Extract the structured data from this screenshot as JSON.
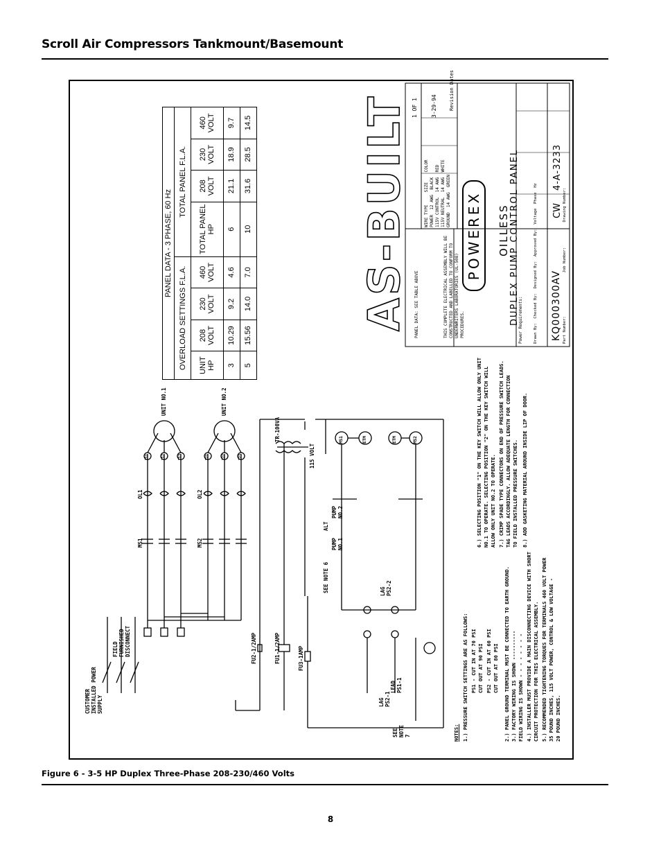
{
  "header": {
    "title": "Scroll Air Compressors Tankmount/Basemount"
  },
  "figure": {
    "caption": "Figure 6 - 3-5 HP Duplex Three-Phase 208-230/460 Volts"
  },
  "page": {
    "number": "8"
  },
  "panel_table": {
    "title": "PANEL DATA - 3 PHASE, 60 Hz",
    "group1": "OVERLOAD SETTINGS F.L.A.",
    "group2": "TOTAL PANEL F.L.A.",
    "headers": [
      "UNIT HP",
      "208 VOLT",
      "230 VOLT",
      "460 VOLT",
      "TOTAL PANEL HP",
      "208 VOLT",
      "230 VOLT",
      "460 VOLT"
    ],
    "rows": [
      [
        "3",
        "10.29",
        "9.2",
        "4.6",
        "6",
        "21.1",
        "18.9",
        "9.7"
      ],
      [
        "5",
        "15.56",
        "14.0",
        "7.0",
        "10",
        "31.6",
        "28.5",
        "14.5"
      ]
    ]
  },
  "stamp": {
    "text": "AS-BUILT"
  },
  "title_block": {
    "brand": "POWEREX",
    "line1": "OILLESS",
    "line2": "DUPLEX PUMP CONTROL PANEL",
    "part_number": "KQ000300AV",
    "drawing_number": "4-A-3233",
    "job_number": "CW",
    "sheet": "1 OF 1",
    "date": "3-29-94",
    "panel_data_note": "PANEL DATA: SEE TABLE ABOVE",
    "ul_note": "THIS COMPLETE ELECTRICAL ASSEMBLY WILL BE CONSTRUCTED AND LABELLED TO CONFORM TO UNDERWRITERS LABORATORIES (UL-508) PROCEDURES.",
    "revision_label": "Revision Dates",
    "wire_headers": [
      "WIRE TYPE",
      "SIZE",
      "COLOR"
    ],
    "wire_rows": [
      [
        "POWER",
        "12 AWG",
        "BLACK"
      ],
      [
        "115V CONTROL",
        "14 AWG",
        "RED"
      ],
      [
        "115V NEUTRAL",
        "14 AWG",
        "WHITE"
      ],
      [
        "GROUND",
        "14 AWG",
        "GREEN"
      ]
    ],
    "power_req": "Power Requirements:",
    "fields": [
      "Drawn By:",
      "Checked By:",
      "Designed By:",
      "Approved By:",
      "Voltage",
      "Phase",
      "Hz",
      "Job Number:",
      "Drawing Number:",
      "Part Number:"
    ]
  },
  "diagram_labels": {
    "supply": "CUSTOMER INSTALLED POWER SUPPLY",
    "disconnect": "FIELD FURNISHED DISCONNECT",
    "ms1": "MS1",
    "ms2": "MS2",
    "ol1": "OL1",
    "ol2": "OL2",
    "unit1": "UNIT NO.1",
    "unit2": "UNIT NO.2",
    "fu1": "FU1-1/2AMP",
    "fu2": "FU2-1/2AMP",
    "fu3": "FU3-1AMP",
    "transformer": "TR-100VA",
    "v115": "115 VOLT",
    "see_note6": "SEE NOTE 6",
    "see_note7": "SEE NOTE 7",
    "lag": "LAG PS2-1",
    "lead": "LEAD PS1-1",
    "lag2": "LAG PS2-2",
    "alt": "ALT",
    "pump1": "PUMP NO.1",
    "pump2": "PUMP NO.2",
    "msc1": "MS1",
    "msc2": "MS2",
    "etm1": "ETM",
    "etm2": "ETM",
    "t1": [
      "T11",
      "T12",
      "T13"
    ],
    "t2": [
      "T21",
      "T22",
      "T23"
    ]
  },
  "notes": {
    "heading": "NOTES:",
    "items": [
      "1.) PRESSURE SWITCH SETTINGS ARE AS FOLLOWS:",
      "PS1 - CUT IN AT 70 PSI",
      "      CUT OUT AT 90 PSI",
      "PS2 - CUT IN AT 60 PSI",
      "      CUT OUT AT 80 PSI",
      "2.) PANEL GROUND TERMINAL MUST BE CONNECTED TO EARTH GROUND.",
      "3.) FACTORY WIRING IS SHOWN ----------",
      "    FIELD WIRING IS SHOWN - - - - - - - -",
      "4.) INSTALLER MUST PROVIDE A MAIN DISCONNECTING DEVICE WITH SHORT",
      "    CIRCUIT PROTECTION FOR THIS ELECTRICAL ASSEMBLY.",
      "5.) RECOMMENDED TIGHTENING TORQUES FOR TERMINALS 460 VOLT POWER",
      "    35 POUND INCHES, 115 VOLT POWER, CONTROL & LOW VOLTAGE -",
      "    20 POUND INCHES.",
      "6.) SELECTING POSITION \"1\" ON THE KEY SWITCH WILL ALLOW ONLY UNIT",
      "    NO.1 TO OPERATE. SELECTING POSITION \"2\" ON THE KEY SWITCH WILL",
      "    ALLOW ONLY UNIT NO.2 TO OPERATE.",
      "7.) CRIMP SPADE TYPE CONNECTORS ON END OF PRESSURE SWITCH LEADS.",
      "    TAG LEADS ACCORDINGLY. ALLOW ADEQUATE LENGTH FOR CONNECTION",
      "    TO FIELD INSTALLED PRESSURE SWITCHES.",
      "8.) ADD GASKETING MATERIAL AROUND INSIDE LIP OF DOOR."
    ]
  }
}
